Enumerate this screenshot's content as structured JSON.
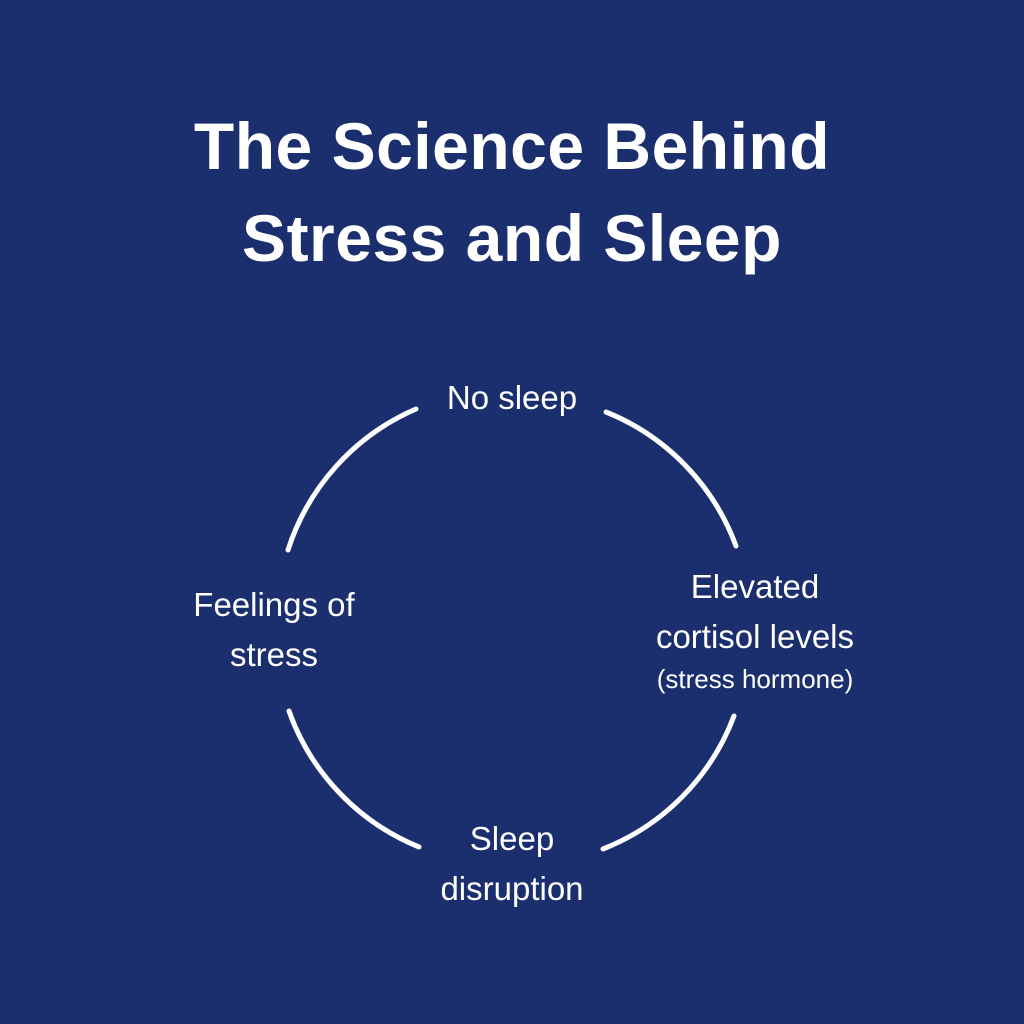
{
  "title": {
    "line1": "The Science Behind",
    "line2": "Stress and Sleep"
  },
  "cycle": {
    "nodes": [
      {
        "id": "top",
        "lines": [
          "No sleep"
        ],
        "sub": ""
      },
      {
        "id": "right",
        "lines": [
          "Elevated",
          "cortisol levels"
        ],
        "sub": "(stress hormone)"
      },
      {
        "id": "bottom",
        "lines": [
          "Sleep",
          "disruption"
        ],
        "sub": ""
      },
      {
        "id": "left",
        "lines": [
          "Feelings of",
          "stress"
        ],
        "sub": ""
      }
    ]
  },
  "colors": {
    "background": "#1b2f6e",
    "foreground": "#ffffff"
  }
}
